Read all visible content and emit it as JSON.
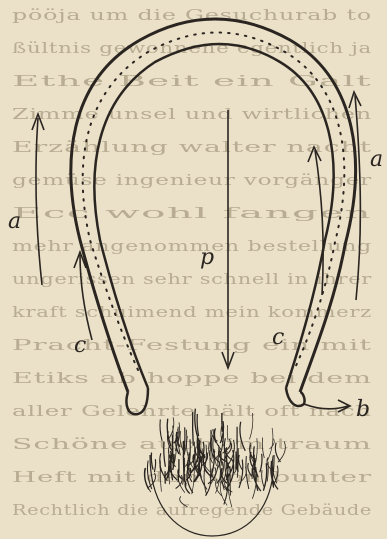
{
  "figure": {
    "labels": {
      "a_left": "a",
      "a_right": "a",
      "p": "p",
      "c_left": "c",
      "c_right": "c",
      "b": "b"
    }
  },
  "background_text_lines": [
    "pööja um die Gesuchurab to",
    "ßültnis gewonnene egentlich ja",
    "Ethe Beit ein Galt",
    "Zimme unsel und wirtlichen",
    "Erzählung walter nacht",
    "gemüse ingenieur vorgänger",
    "Ecc wohl fangen",
    "mehr angenommen bestellung",
    "ungerissen sehr schnell in ihrer",
    "kraft schuimend mein kommerz",
    "Pracht-Festung ein mit",
    "Etiks ab hoppe bei dem",
    "aller Gelehrte hält oft nach",
    "Schöne auch im traum",
    "Heft mit den von bunter",
    "Rechtlich die aufregende Gebäude"
  ],
  "colors": {
    "paper": "#ebe1c9",
    "ink": "#2a2520",
    "faded_text": "#b8ac92"
  }
}
